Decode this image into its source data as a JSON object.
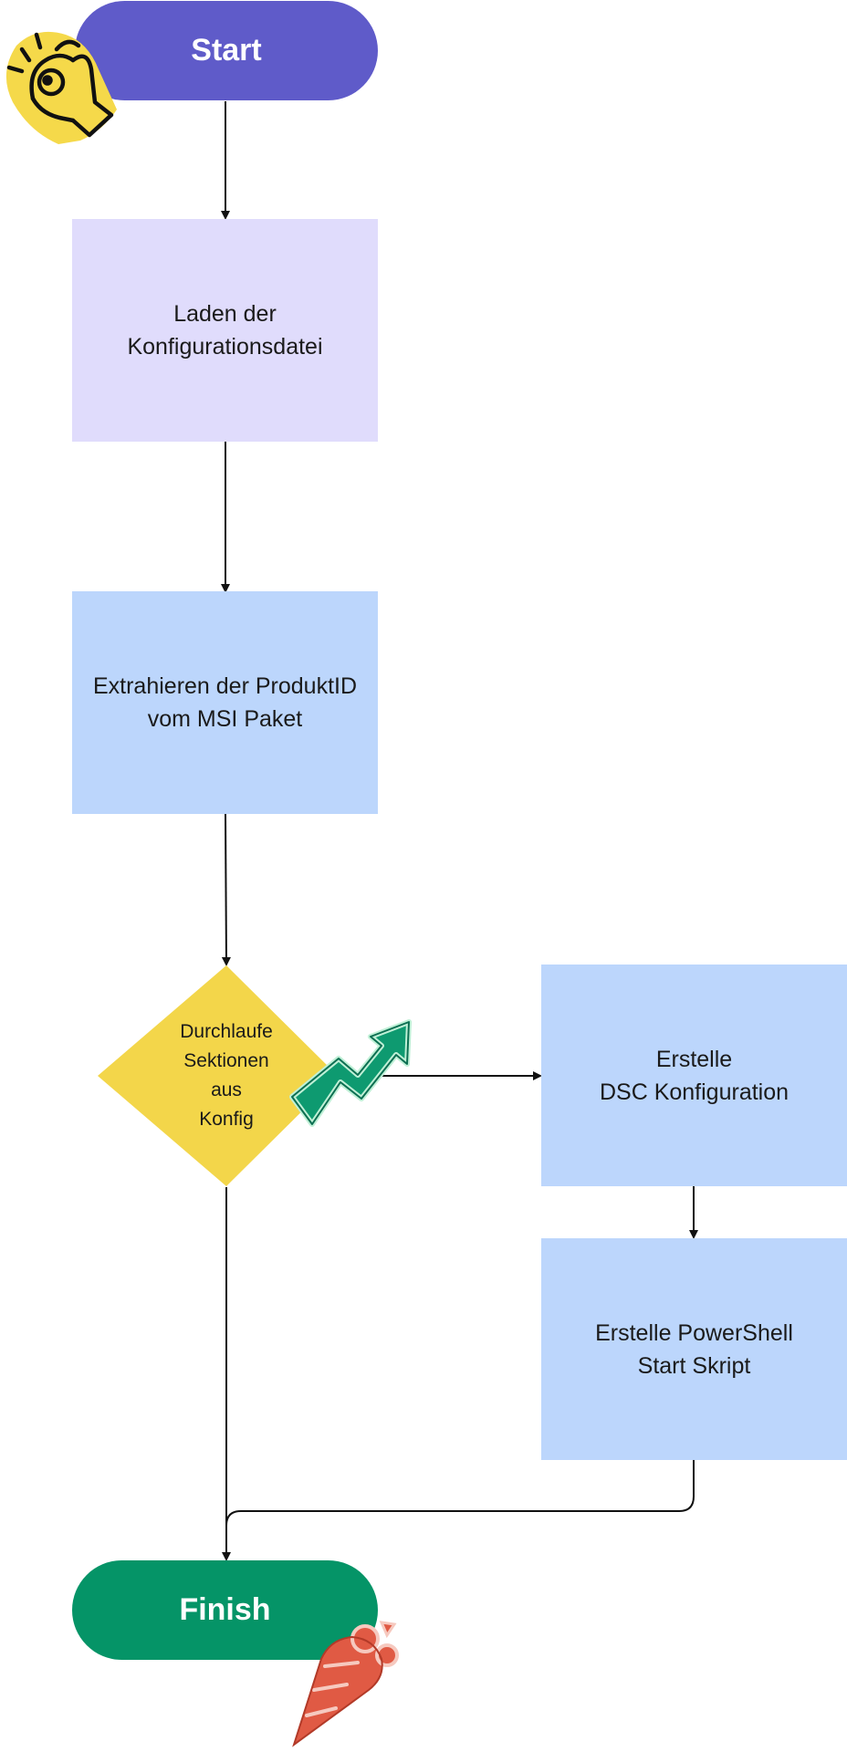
{
  "colors": {
    "start": "#5f5bc9",
    "step_light": "#e0dcfc",
    "step_blue": "#bcd6fc",
    "decision": "#f3d64a",
    "finish": "#059467",
    "connector": "#111111",
    "sticker_yellow": "#f5d94a",
    "sticker_green": "#0e9a70",
    "sticker_red": "#e05a44"
  },
  "icons": [
    "ok-hand-sticker-icon",
    "trend-up-arrow-sticker-icon",
    "carrot-sticker-icon"
  ],
  "nodes": {
    "start": "Start",
    "load_config": "Laden der\nKonfigurationsdatei",
    "extract_product_id": "Extrahieren der ProduktID\nvom MSI Paket",
    "loop_sections": "Durchlaufe\nSektionen\naus\nKonfig",
    "create_dsc": "Erstelle\nDSC Konfiguration",
    "create_script": "Erstelle PowerShell\nStart Skript",
    "finish": "Finish"
  }
}
